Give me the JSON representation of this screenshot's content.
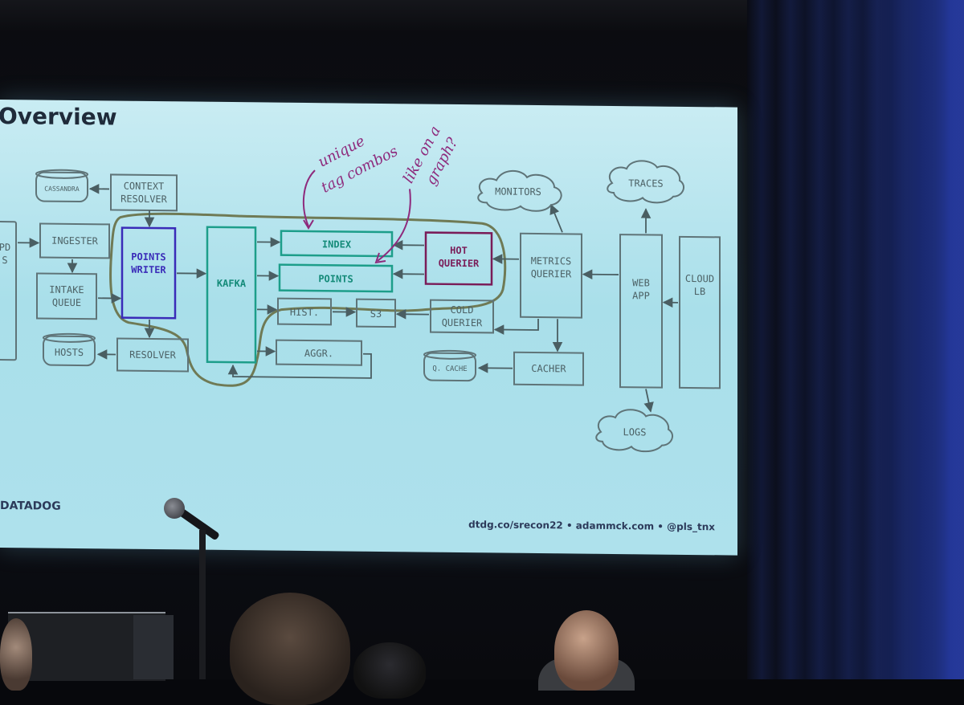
{
  "slide": {
    "title": "Overview",
    "footer_left": "DATADOG",
    "footer_right": "dtdg.co/srecon22 • adammck.com • @pls_tnx"
  },
  "diagram": {
    "nodes": {
      "cassandra": "CASSANDRA",
      "context_resolver_1": "CONTEXT",
      "context_resolver_2": "RESOLVER",
      "ingester": "INGESTER",
      "intake_queue_1": "INTAKE",
      "intake_queue_2": "QUEUE",
      "points_writer_1": "POINTS",
      "points_writer_2": "WRITER",
      "kafka": "KAFKA",
      "index": "INDEX",
      "points": "POINTS",
      "hot_querier_1": "HOT",
      "hot_querier_2": "QUERIER",
      "hist": "HIST.",
      "s3": "S3",
      "cold_querier_1": "COLD",
      "cold_querier_2": "QUERIER",
      "aggr": "AGGR.",
      "hosts": "HOSTS",
      "resolver": "RESOLVER",
      "metrics_querier_1": "METRICS",
      "metrics_querier_2": "QUERIER",
      "cacher": "CACHER",
      "q_cache": "Q. CACHE",
      "web_app_1": "WEB",
      "web_app_2": "APP",
      "cloud_lb_1": "CLOUD",
      "cloud_lb_2": "LB",
      "monitors": "MONITORS",
      "traces": "TRACES",
      "logs": "LOGS",
      "partial_left_1": "PD",
      "partial_left_2": "S"
    },
    "annotations": {
      "note1_line1": "unique",
      "note1_line2": "tag combos",
      "note2_line1": "like on a",
      "note2_line2": "graph?"
    }
  },
  "colors": {
    "screen": "#b9e6ef",
    "teal": "#1d9e8a",
    "purple": "#3a2bb8",
    "maroon": "#7a1c58",
    "ink": "#8e2a7c"
  }
}
